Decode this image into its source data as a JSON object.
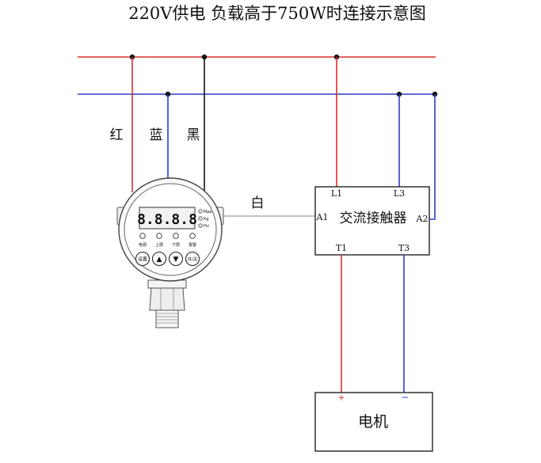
{
  "title": "220V供电 负载高于750W时连接示意图",
  "wire_labels": {
    "red": "红",
    "blue": "蓝",
    "black": "黑",
    "white": "白"
  },
  "contactor": {
    "name": "交流接触器",
    "L1": "L1",
    "L3": "L3",
    "A1": "A1",
    "A2": "A2",
    "T1": "T1",
    "T3": "T3"
  },
  "motor": {
    "name": "电机",
    "plus": "+",
    "minus": "−"
  },
  "gauge": {
    "display": "8.8.8.8",
    "units": [
      "Mpa",
      "Kg",
      "Psi"
    ],
    "led_labels": [
      "电源",
      "上限",
      "下限",
      "报警"
    ],
    "buttons": [
      "设置",
      "▲",
      "▼",
      "开/关"
    ]
  },
  "colors": {
    "red": "#d9302a",
    "blue": "#2b3fc4",
    "black": "#111111",
    "white_wire": "#b0b0b0",
    "box": "#222222"
  }
}
